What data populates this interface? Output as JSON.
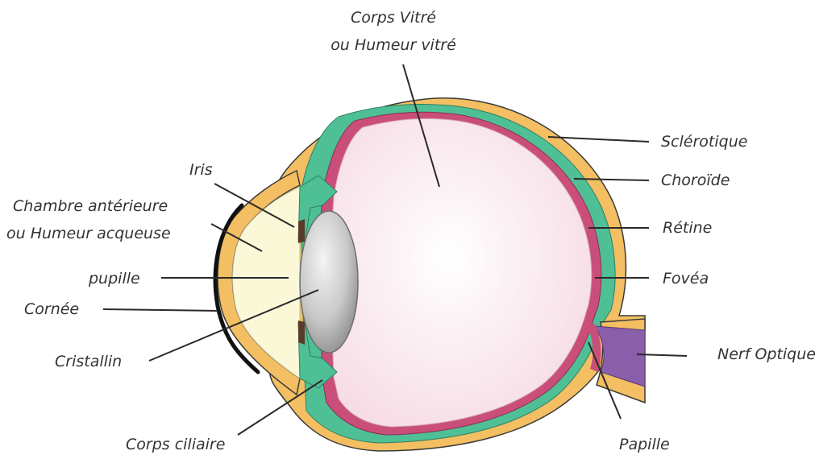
{
  "labels": {
    "corps_vitre_l1": "Corps Vitré",
    "corps_vitre_l2": "ou Humeur vitré",
    "sclerotique": "Sclérotique",
    "choroide": "Choroïde",
    "retine": "Rétine",
    "fovea": "Fovéa",
    "nerf_optique": "Nerf Optique",
    "papille": "Papille",
    "iris": "Iris",
    "chambre_l1": "Chambre antérieure",
    "chambre_l2": "ou Humeur acqueuse",
    "pupille": "pupille",
    "cornee": "Cornée",
    "cristallin": "Cristallin",
    "corps_ciliaire": "Corps ciliaire"
  },
  "colors": {
    "sclera": "#f3bf62",
    "sclera_stroke": "#3a3a3a",
    "choroid": "#4fbf96",
    "retina": "#c94f7a",
    "vitreous": "#fbe9ee",
    "anterior_chamber": "#fbf8d8",
    "lens": "#c8c8c8",
    "cornea": "#111111",
    "optic_nerve": "#8a5ea8"
  }
}
